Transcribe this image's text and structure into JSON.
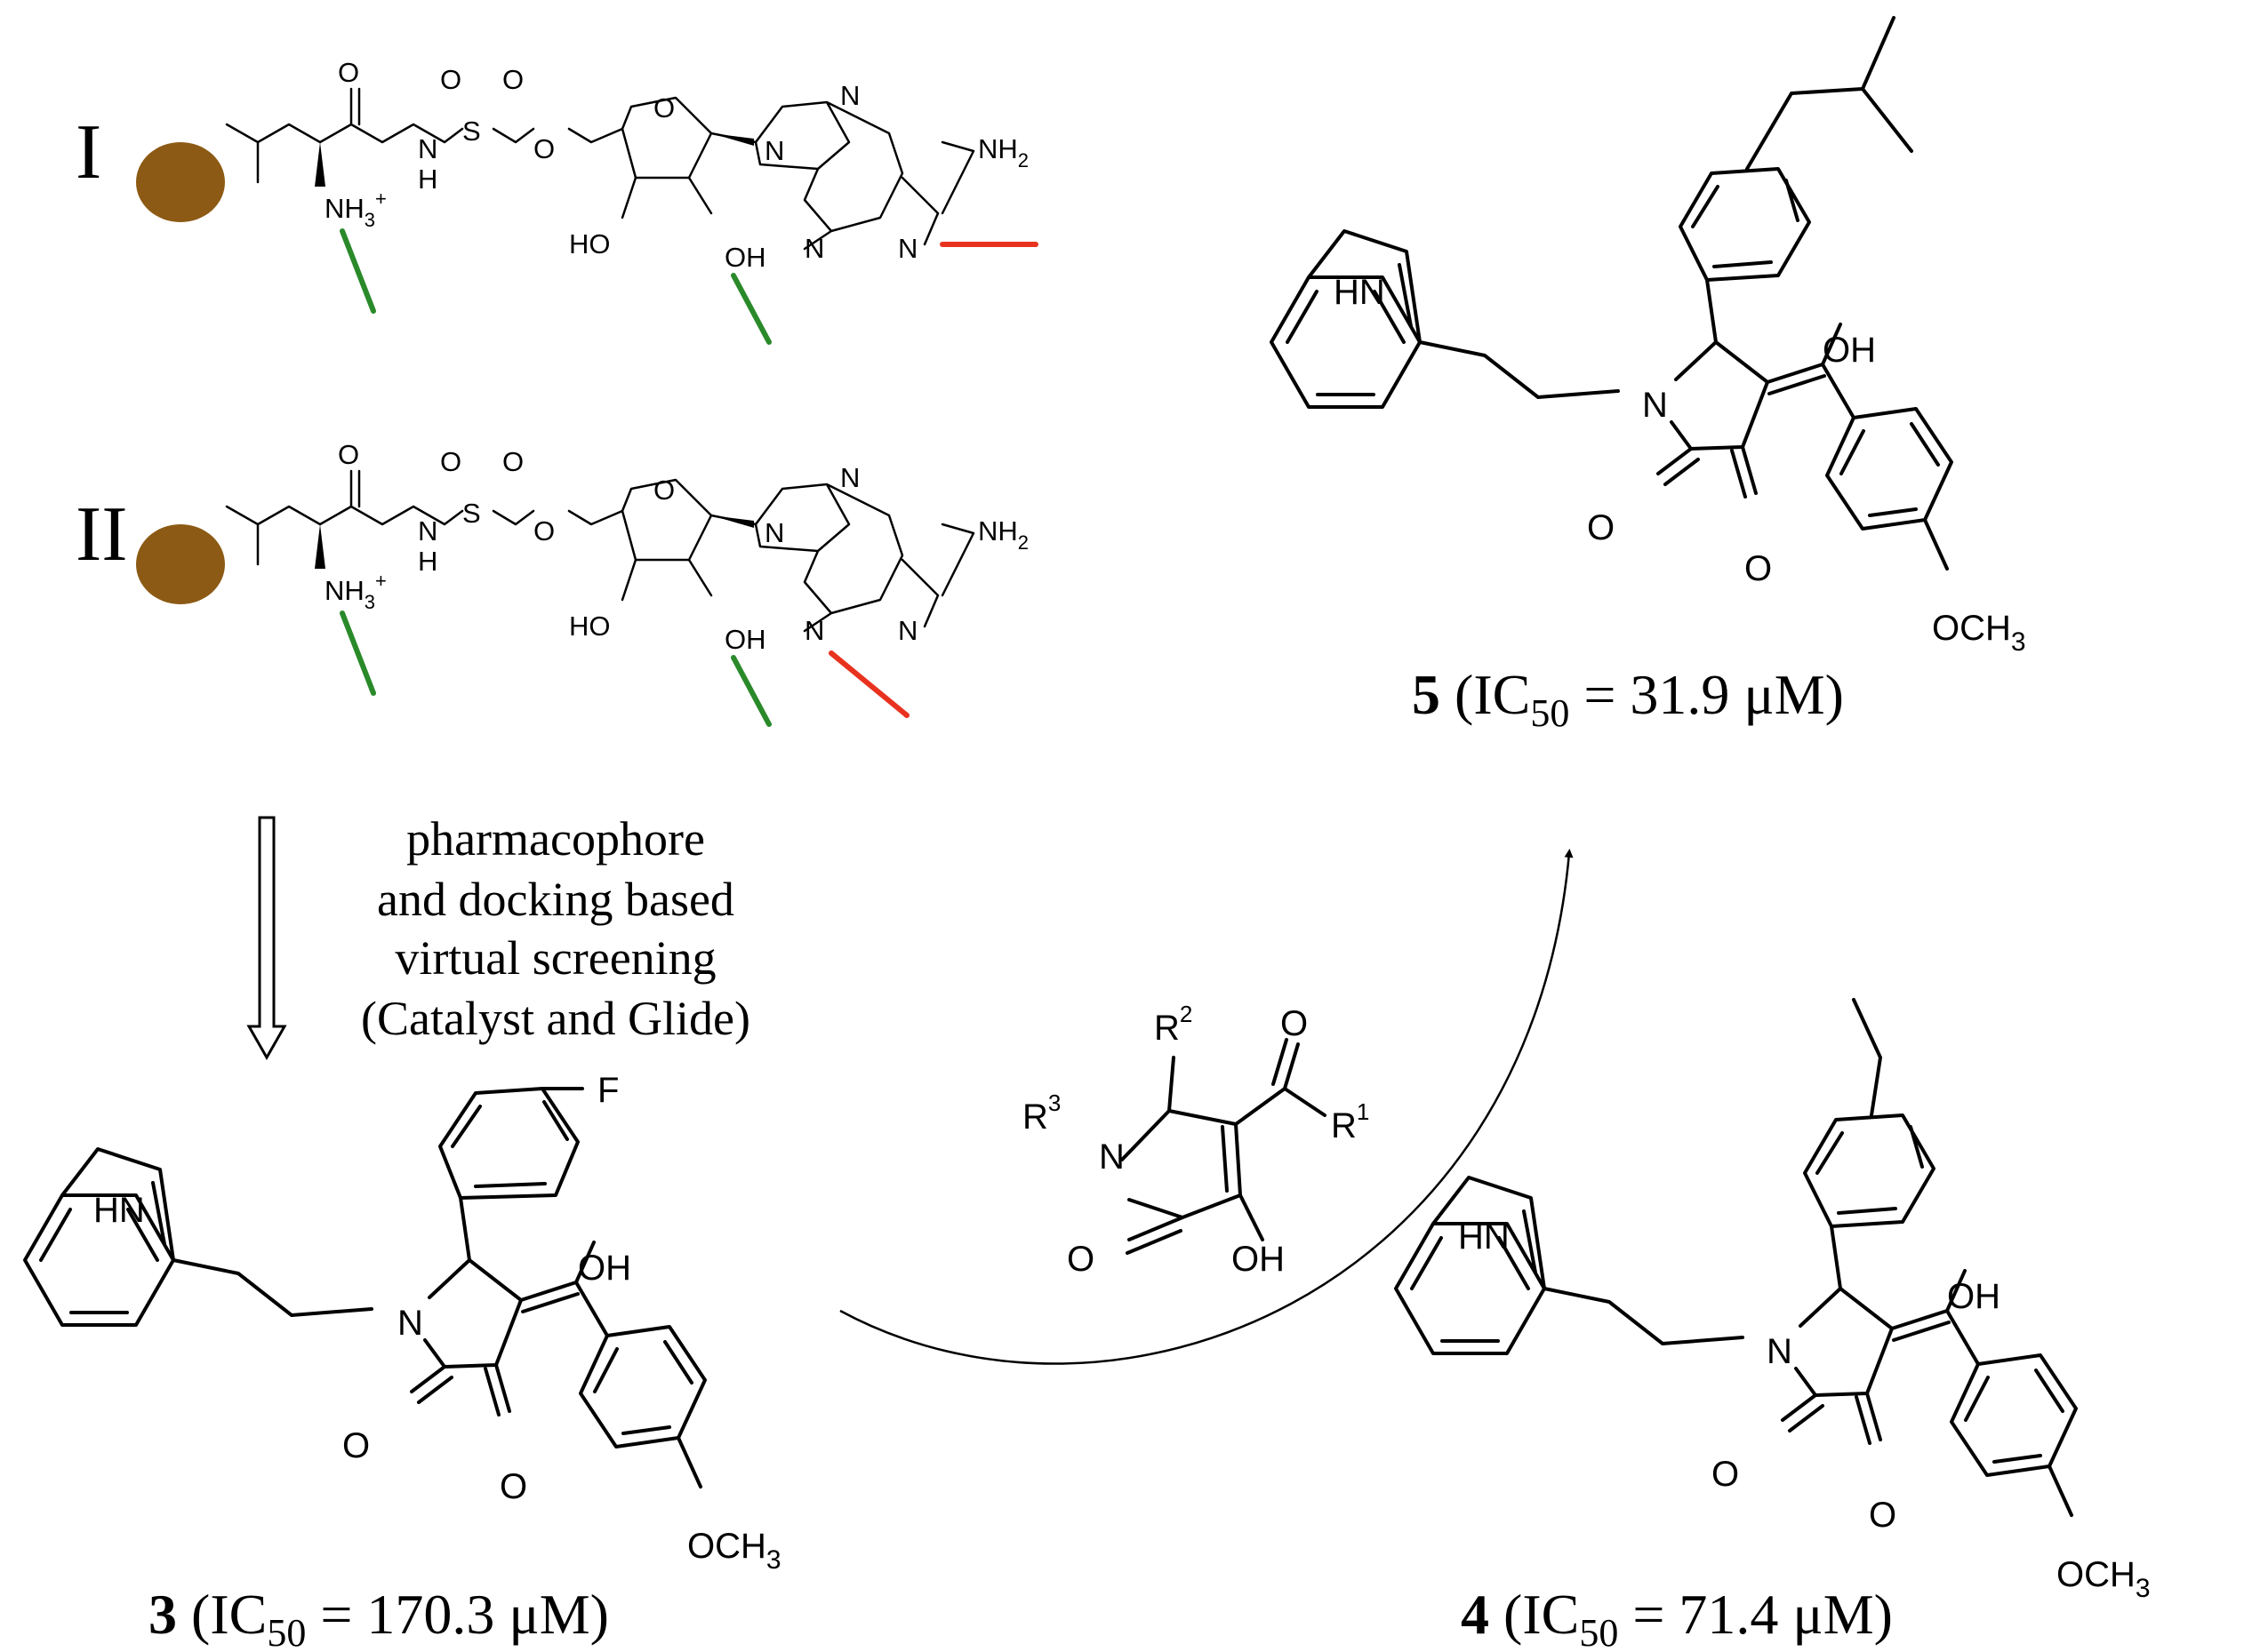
{
  "colors": {
    "bead": "#8c5a14",
    "green_arrow": "#2a8a2a",
    "red_arrow": "#e8321e",
    "ink": "#000000"
  },
  "template_I": {
    "roman": "I",
    "atoms": {
      "o1": "O",
      "o2": "O",
      "o3": "O",
      "s": "S",
      "nh": "N",
      "h": "H",
      "o_ester": "O",
      "o_ring": "O",
      "nh3": "NH",
      "nh3_sub": "3",
      "nh3_charge": "+",
      "ho": "HO",
      "oh": "OH",
      "n7": "N",
      "n9": "N",
      "nh2": "NH",
      "nh2_sub": "2",
      "n3": "N",
      "n1": "N"
    }
  },
  "template_II": {
    "roman": "II",
    "atoms": {
      "o1": "O",
      "o2": "O",
      "o3": "O",
      "s": "S",
      "nh": "N",
      "h": "H",
      "o_ester": "O",
      "o_ring": "O",
      "nh3": "NH",
      "nh3_sub": "3",
      "nh3_charge": "+",
      "ho": "HO",
      "oh": "OH",
      "n7": "N",
      "n9": "N",
      "nh2": "NH",
      "nh2_sub": "2",
      "n3": "N",
      "n1": "N"
    }
  },
  "screening": {
    "lines": [
      "pharmacophore",
      "and docking based",
      "virtual screening",
      "(Catalyst and Glide)"
    ]
  },
  "scaffold": {
    "atoms": {
      "r2": "R",
      "r2_sup": "2",
      "r3": "R",
      "r3_sup": "3",
      "r1": "R",
      "r1_sup": "1",
      "n": "N",
      "o_keto": "O",
      "o_lactam": "O",
      "oh": "OH"
    }
  },
  "compound3": {
    "atoms": {
      "hn": "HN",
      "n": "N",
      "f": "F",
      "oh": "OH",
      "o1": "O",
      "o2": "O",
      "och3": "OCH",
      "och3_sub": "3"
    },
    "label_num": "3",
    "label_open": " (IC",
    "label_sub": "50",
    "label_rest": " = 170.3 μM)"
  },
  "compound4": {
    "atoms": {
      "hn": "HN",
      "n": "N",
      "oh": "OH",
      "o1": "O",
      "o2": "O",
      "och3": "OCH",
      "och3_sub": "3"
    },
    "label_num": "4",
    "label_open": " (IC",
    "label_sub": "50",
    "label_rest": " = 71.4 μM)"
  },
  "compound5": {
    "atoms": {
      "hn": "HN",
      "n": "N",
      "oh": "OH",
      "o1": "O",
      "o2": "O",
      "och3": "OCH",
      "och3_sub": "3"
    },
    "label_num": "5",
    "label_open": " (IC",
    "label_sub": "50",
    "label_rest": " = 31.9 μM)"
  }
}
